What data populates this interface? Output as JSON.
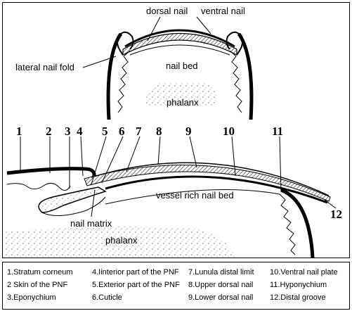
{
  "labels": {
    "dorsal_nail": "dorsal nail",
    "ventral_nail": "ventral nail",
    "lateral_nail_fold": "lateral nail fold",
    "nail_bed": "nail bed",
    "phalanx_top": "phalanx",
    "vessel_rich_nail_bed": "vessel rich nail bed",
    "nail_matrix": "nail matrix",
    "phalanx_bottom": "phalanx"
  },
  "numbers": [
    "1",
    "2",
    "3",
    "4",
    "5",
    "6",
    "7",
    "8",
    "9",
    "10",
    "11",
    "12"
  ],
  "legend": {
    "col1": [
      "1.Stratum corneum",
      "2 Skin of the PNF",
      "3.Eponychium"
    ],
    "col2": [
      "4.Iinterior part of the PNF",
      "5.Exterior part of the PNF",
      "6.Cuticle"
    ],
    "col3": [
      "7.Lunula distal limit",
      "8.Upper dorsal nail",
      "9.Lower dorsal nail"
    ],
    "col4": [
      "10.Ventral nail plate",
      "11.Hyponychium",
      "12.Distal groove"
    ]
  }
}
